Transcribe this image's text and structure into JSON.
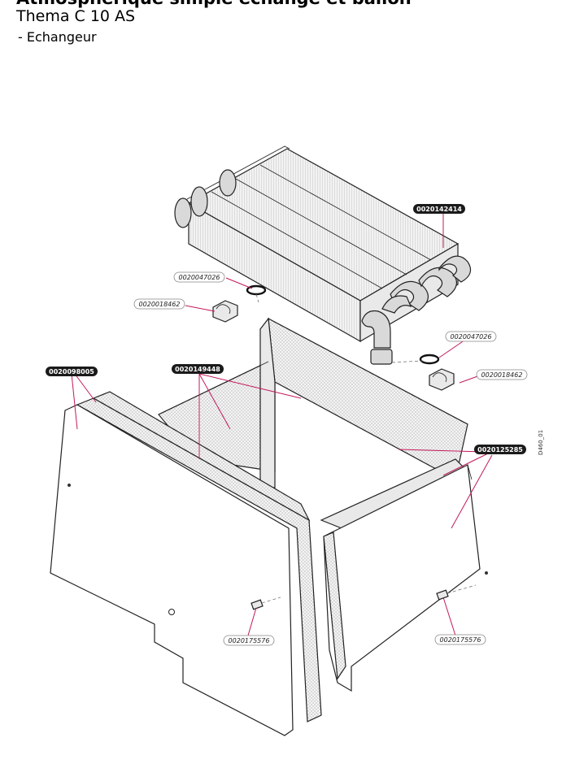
{
  "header": {
    "title_cut": "Atmosphérique simple échange et ballon",
    "subtitle": "Thema C 10 AS",
    "section": "- Echangeur"
  },
  "diagram": {
    "drawing_code": "D460_01",
    "labels": [
      {
        "id": "0020142414",
        "style": "dark"
      },
      {
        "id": "0020047026",
        "style": "light"
      },
      {
        "id": "0020018462",
        "style": "light"
      },
      {
        "id": "0020047026",
        "style": "light"
      },
      {
        "id": "0020018462",
        "style": "light"
      },
      {
        "id": "0020098005",
        "style": "dark"
      },
      {
        "id": "0020149448",
        "style": "dark"
      },
      {
        "id": "0020125285",
        "style": "dark"
      },
      {
        "id": "0020175576",
        "style": "light"
      },
      {
        "id": "0020175576",
        "style": "light"
      }
    ]
  },
  "colors": {
    "leader": "#c2185b",
    "label_dark_bg": "#1a1a1a",
    "label_light_border": "#888888"
  }
}
